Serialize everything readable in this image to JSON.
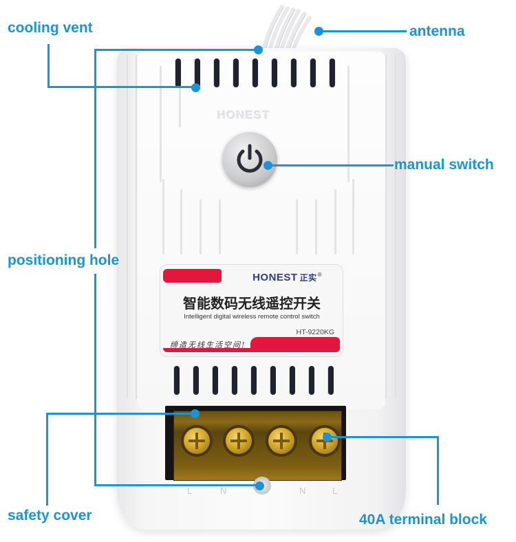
{
  "diagram": {
    "subject": "wireless remote control switch",
    "accent_color": "#1a94d6",
    "callouts": [
      {
        "id": "cooling-vent",
        "label": "cooling vent"
      },
      {
        "id": "antenna",
        "label": "antenna"
      },
      {
        "id": "manual-switch",
        "label": "manual switch"
      },
      {
        "id": "positioning-hole",
        "label": "positioning hole"
      },
      {
        "id": "safety-cover",
        "label": "safety cover"
      },
      {
        "id": "terminal-block",
        "label": "40A terminal block"
      }
    ]
  },
  "device": {
    "embossed_logo": "HONEST",
    "sticker": {
      "brand": "HONEST",
      "brand_cn": "正实",
      "registered_mark": "®",
      "title_cn": "智能数码无线遥控开关",
      "title_en": "Intelligent digital wireless remote control switch",
      "model": "HT-9220KG",
      "slogan_cn": "缔造无线生活空间!",
      "red_color": "#e2173b",
      "brand_color": "#2b3a8f"
    },
    "terminal_labels": [
      "L",
      "N",
      "N",
      "L"
    ]
  }
}
